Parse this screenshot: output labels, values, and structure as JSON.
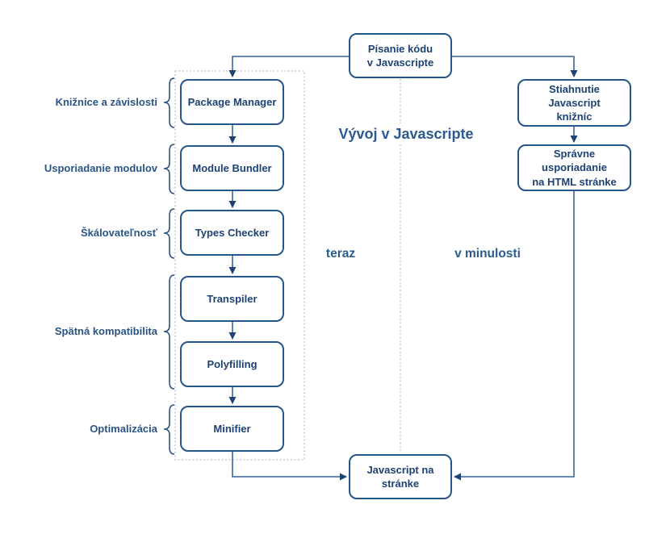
{
  "diagram": {
    "title": "Vývoj v Javascripte",
    "era": {
      "now": "teraz",
      "past": "v minulosti"
    },
    "top_node": "Písanie kódu\nv Javascripte",
    "bottom_node": "Javascript na\nstránke",
    "left_column": {
      "nodes": [
        "Package Manager",
        "Module Bundler",
        "Types Checker",
        "Transpiler",
        "Polyfilling",
        "Minifier"
      ],
      "labels": [
        "Knižnice a závislosti",
        "Usporiadanie modulov",
        "Škálovateľnosť",
        "Spätná kompatibilita",
        "Optimalizácia"
      ]
    },
    "right_column": {
      "nodes": [
        "Stiahnutie Javascript\nknižníc",
        "Správne usporiadanie\nna HTML stránke"
      ]
    },
    "colors": {
      "node_text": "#1d4273",
      "node_border": "#24568a",
      "connector": "#35679c",
      "arrowhead": "#1d4273",
      "dotted": "#b6c3d7",
      "heading": "#2b5a8e"
    }
  }
}
